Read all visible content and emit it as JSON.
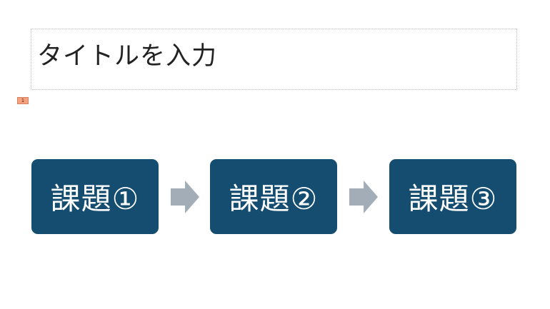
{
  "slide": {
    "title_placeholder": "タイトルを入力",
    "slide_number": "1"
  },
  "flow": {
    "steps": [
      {
        "label": "課題①"
      },
      {
        "label": "課題②"
      },
      {
        "label": "課題③"
      }
    ],
    "colors": {
      "box_fill": "#144d6f",
      "box_text": "#ffffff",
      "arrow_fill": "#a3adb8"
    },
    "connector_icon": "right-arrow-icon"
  }
}
